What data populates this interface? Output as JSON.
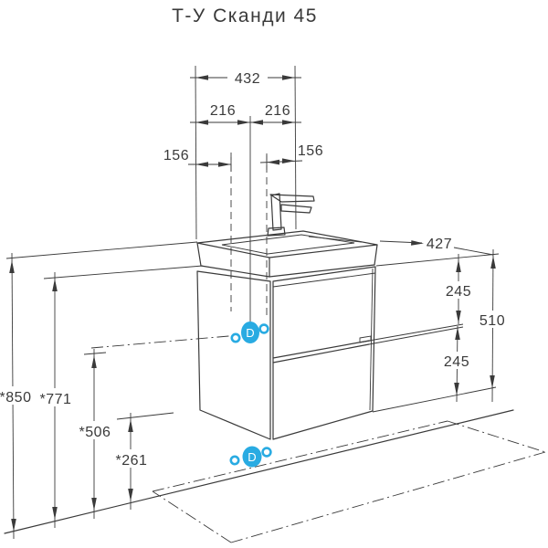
{
  "title": "Т-У Сканди 45",
  "colors": {
    "line_color": "#3a3a3a",
    "accent_color": "#29abe2",
    "background": "#ffffff"
  },
  "dimensions": {
    "top": {
      "total_width": "432",
      "left_half": "216",
      "right_half": "216",
      "left_offset": "156",
      "right_offset": "156"
    },
    "right": {
      "depth": "427",
      "upper_drawer": "245",
      "cabinet_height": "510",
      "lower_drawer": "245"
    },
    "left": {
      "sink_top": "*850",
      "cabinet_top": "*771",
      "drawer_divider": "*506",
      "cabinet_bottom": "*261"
    }
  },
  "markers": {
    "side_drain_label": "D",
    "floor_drain_label": "D"
  }
}
